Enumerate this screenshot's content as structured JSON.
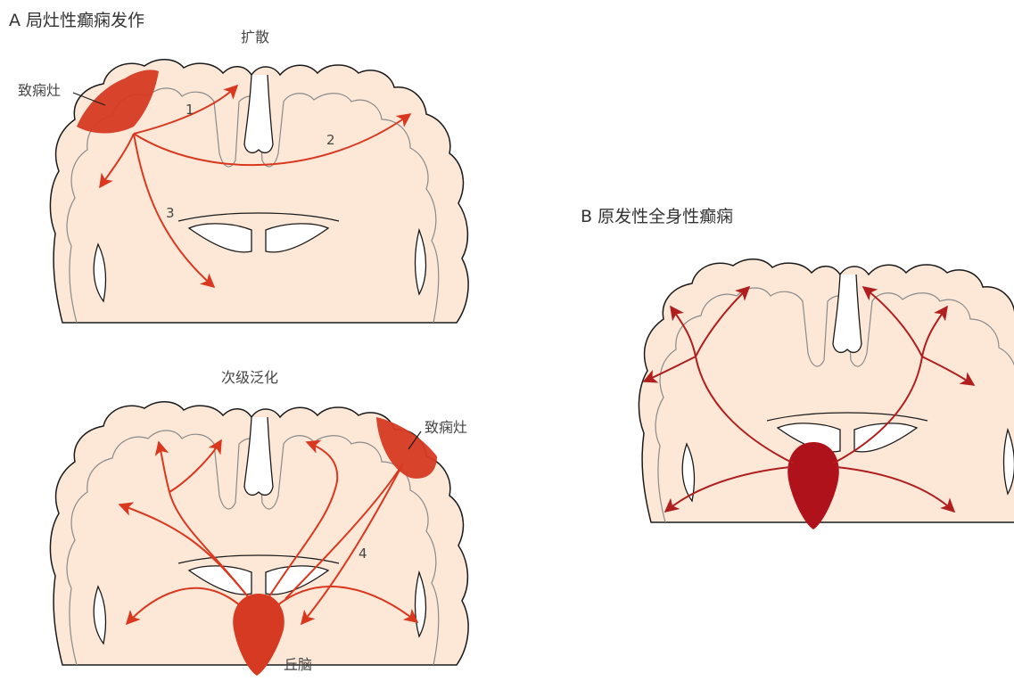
{
  "panel_a": {
    "title": "A  局灶性癫痫发作",
    "spread": {
      "heading": "扩散",
      "focus_label": "致痫灶",
      "paths": [
        "1",
        "2",
        "3"
      ]
    },
    "secondary": {
      "heading": "次级泛化",
      "focus_label": "致痫灶",
      "path_label": "4",
      "thalamus_label": "丘脑"
    }
  },
  "panel_b": {
    "title": "B  原发性全身性癫痫"
  },
  "colors": {
    "tissue": "#fde8d8",
    "outline": "#1a1a1a",
    "gyrus_line": "#8a8a8a",
    "focus": "#d63a22",
    "arrow_focal": "#d9381e",
    "thalamus_a": "#d63a22",
    "arrow_b": "#b01e1e",
    "thalamus_b": "#b0121c"
  }
}
